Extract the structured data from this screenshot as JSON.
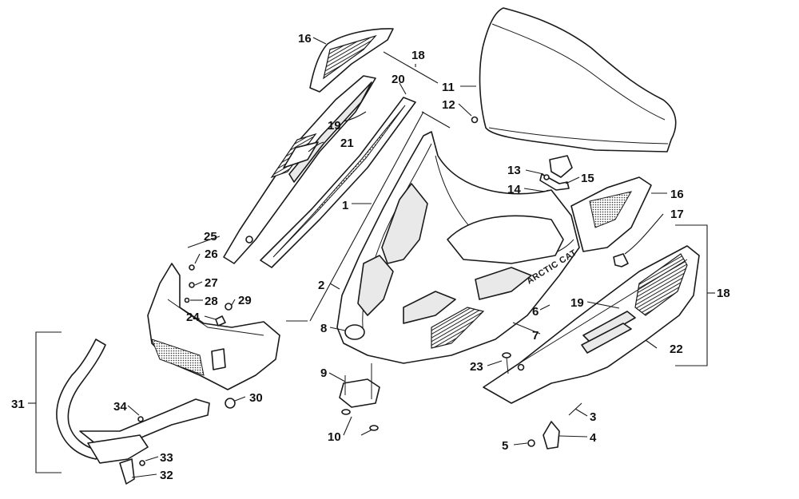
{
  "diagram": {
    "callouts": [
      {
        "id": "c1",
        "label": "1"
      },
      {
        "id": "c2",
        "label": "2"
      },
      {
        "id": "c3",
        "label": "3"
      },
      {
        "id": "c4",
        "label": "4"
      },
      {
        "id": "c5",
        "label": "5"
      },
      {
        "id": "c6",
        "label": "6"
      },
      {
        "id": "c7",
        "label": "7"
      },
      {
        "id": "c8",
        "label": "8"
      },
      {
        "id": "c9",
        "label": "9"
      },
      {
        "id": "c10",
        "label": "10"
      },
      {
        "id": "c11",
        "label": "11"
      },
      {
        "id": "c12",
        "label": "12"
      },
      {
        "id": "c13",
        "label": "13"
      },
      {
        "id": "c14",
        "label": "14"
      },
      {
        "id": "c15",
        "label": "15"
      },
      {
        "id": "c16a",
        "label": "16"
      },
      {
        "id": "c16b",
        "label": "16"
      },
      {
        "id": "c17",
        "label": "17"
      },
      {
        "id": "c18a",
        "label": "18"
      },
      {
        "id": "c18b",
        "label": "18"
      },
      {
        "id": "c19a",
        "label": "19"
      },
      {
        "id": "c19b",
        "label": "19"
      },
      {
        "id": "c20",
        "label": "20"
      },
      {
        "id": "c21",
        "label": "21"
      },
      {
        "id": "c22",
        "label": "22"
      },
      {
        "id": "c23",
        "label": "23"
      },
      {
        "id": "c24",
        "label": "24"
      },
      {
        "id": "c25",
        "label": "25"
      },
      {
        "id": "c26",
        "label": "26"
      },
      {
        "id": "c27",
        "label": "27"
      },
      {
        "id": "c28",
        "label": "28"
      },
      {
        "id": "c29",
        "label": "29"
      },
      {
        "id": "c30",
        "label": "30"
      },
      {
        "id": "c31",
        "label": "31"
      },
      {
        "id": "c32",
        "label": "32"
      },
      {
        "id": "c33",
        "label": "33"
      },
      {
        "id": "c34",
        "label": "34"
      }
    ],
    "hood_logo": "ARCTIC CAT"
  }
}
